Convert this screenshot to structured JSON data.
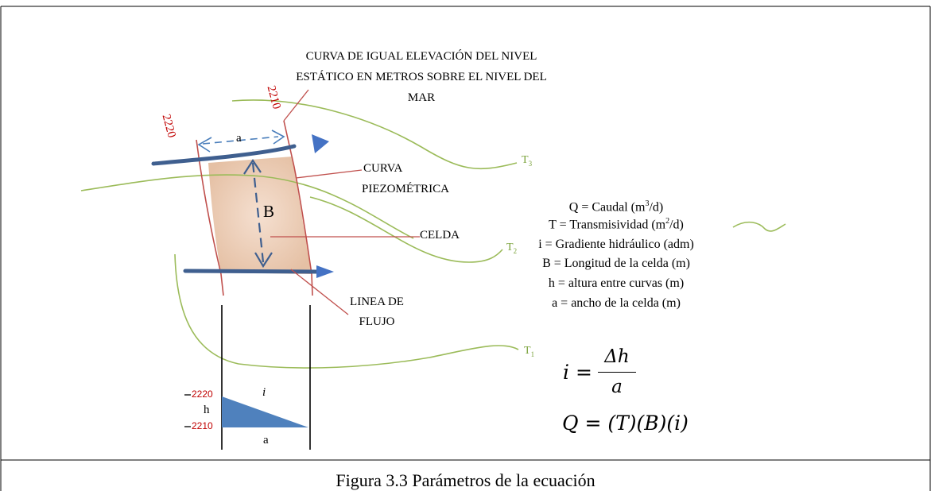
{
  "title_block": {
    "line1": "CURVA DE IGUAL ELEVACIÓN DEL NIVEL",
    "line2": "ESTÁTICO EN METROS SOBRE EL NIVEL DEL",
    "line3": "MAR"
  },
  "contour_labels": {
    "left": "2220",
    "right": "2210"
  },
  "labels": {
    "a_top": "a",
    "b_side": "B",
    "curva_line1": "CURVA",
    "curva_line2": "PIEZOMÉTRICA",
    "celda": "CELDA",
    "linea_line1": "LINEA DE",
    "linea_line2": "FLUJO",
    "t3": "T",
    "t3_sub": "3",
    "t2": "T",
    "t2_sub": "2",
    "t1": "T",
    "t1_sub": "1"
  },
  "legend": {
    "q": "Q = Caudal (m",
    "q_sup": "3",
    "q_end": "/d)",
    "t": "T = Transmisividad (m",
    "t_sup": "2",
    "t_end": "/d)",
    "i": "i = Gradiente hidráulico (adm)",
    "b": "B = Longitud de la celda (m)",
    "h": "h = altura entre curvas (m)",
    "a": "a = ancho de la celda (m)"
  },
  "formulas": {
    "i_left": "i =",
    "i_num": "Δh",
    "i_den": "a",
    "q_eq": "Q = (T)(B)(i)"
  },
  "profile": {
    "tick_2220": "2220",
    "tick_2210": "2210",
    "h": "h",
    "i": "i",
    "a": "a"
  },
  "caption": "Figura 3.3 Parámetros de la ecuación",
  "colors": {
    "flow_arrow": "#3f5f8f",
    "contour": "#c0504d",
    "green_curve": "#9bbb59",
    "cell_fill": "#f2dccb",
    "triangle": "#4f81bd"
  }
}
